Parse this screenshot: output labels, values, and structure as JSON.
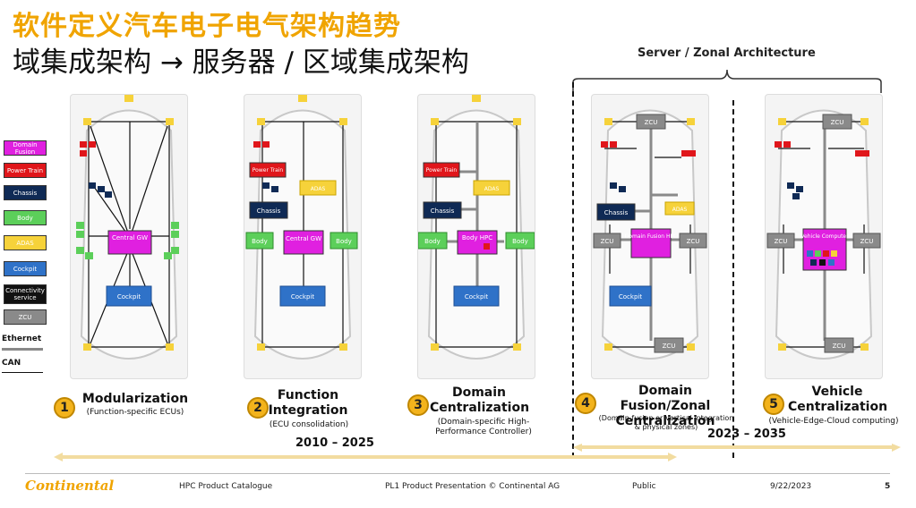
{
  "title": {
    "line1": "软件定义汽车电子电气架构趋势",
    "line2": "域集成架构 → 服务器 / 区域集成架构"
  },
  "server_zonal_label": "Server / Zonal Architecture",
  "legend": {
    "items": [
      {
        "label": "Domain Fusion",
        "color": "#e020e0"
      },
      {
        "label": "Power Train",
        "color": "#e0161b"
      },
      {
        "label": "Chassis",
        "color": "#0f2a55"
      },
      {
        "label": "Body",
        "color": "#5ccf5a"
      },
      {
        "label": "ADAS",
        "color": "#f6d23a"
      },
      {
        "label": "Cockpit",
        "color": "#2f72c8"
      },
      {
        "label": "Connectivity service",
        "color": "#111111"
      },
      {
        "label": "ZCU",
        "color": "#8a8a8a"
      }
    ],
    "ethernet": "Ethernet",
    "can": "CAN"
  },
  "steps": [
    {
      "num": "1",
      "title": "Modularization",
      "sub": "(Function-specific ECUs)"
    },
    {
      "num": "2",
      "title": "Function Integration",
      "sub": "(ECU consolidation)"
    },
    {
      "num": "3",
      "title": "Domain Centralization",
      "sub": "(Domain-specific High-Performance Controller)"
    },
    {
      "num": "4",
      "title": "Domain Fusion/Zonal Centralization",
      "sub": "(Domain fusion or Vertical integration & physical zones)"
    },
    {
      "num": "5",
      "title": "Vehicle Centralization",
      "sub": "(Vehicle-Edge-Cloud computing)"
    }
  ],
  "periods": {
    "first": "2010 – 2025",
    "second": "2023 – 2035"
  },
  "car_labels": {
    "central_gw": "Central GW",
    "cockpit": "Cockpit",
    "power_train": "Power Train",
    "adas": "ADAS",
    "chassis": "Chassis",
    "body": "Body",
    "body_hpc": "Body HPC",
    "zcu": "ZCU",
    "domain_fusion_hpc": "Domain Fusion HPC",
    "vehicle_computer": "Vehicle Computer"
  },
  "footer": {
    "logo": "Continental",
    "catalogue": "HPC Product Catalogue",
    "presentation": "PL1 Product Presentation © Continental AG",
    "classification": "Public",
    "date": "9/22/2023",
    "page": "5"
  },
  "colors": {
    "accent": "#f0a400",
    "timeline": "#f2dca0"
  }
}
